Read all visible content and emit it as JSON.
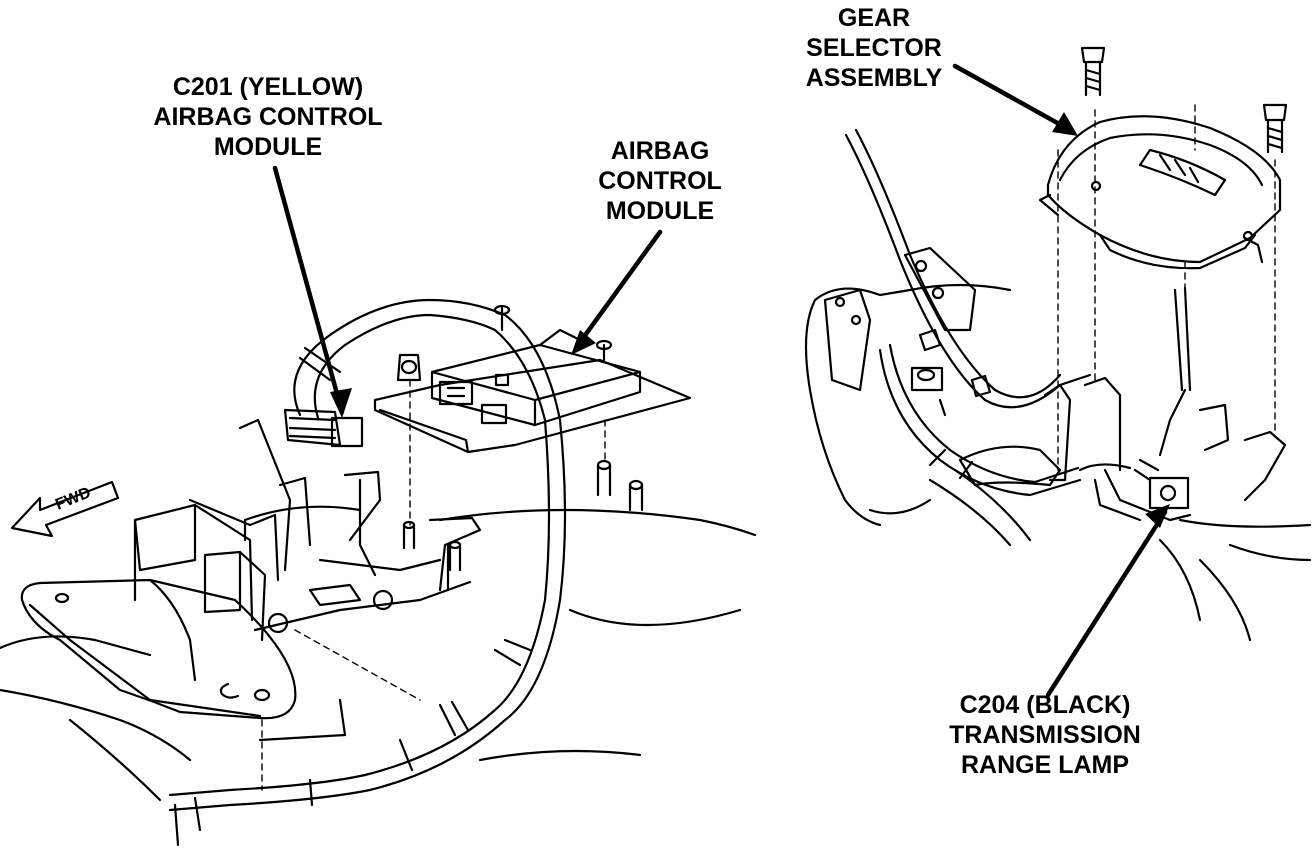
{
  "labels": {
    "c201": [
      "C201 (YELLOW)",
      "AIRBAG CONTROL",
      "MODULE"
    ],
    "acm": [
      "AIRBAG",
      "CONTROL",
      "MODULE"
    ],
    "gear": [
      "GEAR",
      "SELECTOR",
      "ASSEMBLY"
    ],
    "c204": [
      "C204 (BLACK)",
      "TRANSMISSION",
      "RANGE LAMP"
    ],
    "fwd": "FWD"
  },
  "colors": {
    "ink": "#000000",
    "paper": "#ffffff"
  }
}
